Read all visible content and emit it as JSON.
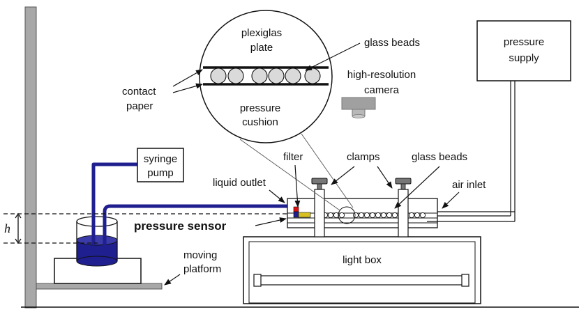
{
  "labels": {
    "plexiglas_plate": [
      "plexiglas",
      "plate"
    ],
    "glass_beads_top": "glass beads",
    "contact_paper": [
      "contact",
      "paper"
    ],
    "pressure_cushion": [
      "pressure",
      "cushion"
    ],
    "camera": [
      "high-resolution",
      "camera"
    ],
    "pressure_supply": [
      "pressure",
      "supply"
    ],
    "syringe_pump": [
      "syringe",
      "pump"
    ],
    "filter": "filter",
    "clamps": "clamps",
    "glass_beads_cell": "glass beads",
    "liquid_outlet": "liquid outlet",
    "air_inlet": "air inlet",
    "height": "h",
    "pressure_sensor": "pressure sensor",
    "moving_platform": [
      "moving",
      "platform"
    ],
    "light_box": "light box"
  },
  "colors": {
    "line": "#111111",
    "tube": "#1f1f8f",
    "liquid": "#1f1f8f",
    "stand": "#a8a8a8",
    "camera": "#a0a0a0",
    "filter_yellow": "#d8c020",
    "sensor_red": "#dd1111",
    "sensor_blue": "#1f1f8f"
  },
  "icons": [
    "camera-icon",
    "clamp-icon",
    "beaker-icon",
    "arrow-icon"
  ]
}
